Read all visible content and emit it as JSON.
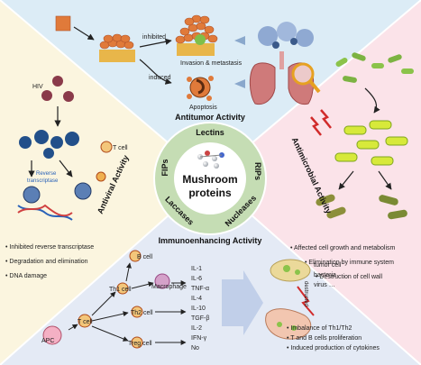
{
  "center": {
    "title_line1": "Mushroom",
    "title_line2": "proteins",
    "protein_classes": [
      "Lectins",
      "RIPs",
      "Nucleases",
      "Laccases",
      "FIPs"
    ]
  },
  "sections": {
    "antitumor": "Antitumor Activity",
    "antimicrobial": "Antimicrobial Activity",
    "antiviral": "Antiviral Activity",
    "immunoenhancing": "Immunoenhancing Activity"
  },
  "antitumor": {
    "inhibited_label": "inhibited",
    "induced_label": "induced",
    "invasion_label": "Invasion & metastasis",
    "apoptosis_label": "Apoptosis"
  },
  "antiviral": {
    "hiv_label": "HIV",
    "rt_label_line1": "Reverse",
    "rt_label_line2": "transcriptase",
    "tcell_label": "T cell",
    "bullets": [
      "Inhibited reverse transcriptase",
      "Degradation and elimination",
      "DNA damage"
    ]
  },
  "antimicrobial": {
    "bullets": [
      "Affected cell growth and metabolism",
      "Elimination by immune system",
      "Destruction of cell wall"
    ]
  },
  "immuno": {
    "cells": [
      "B cell",
      "Th1 cell",
      "Macrophage",
      "Th2 cell",
      "T cell",
      "APC",
      "Treg cell"
    ],
    "cytokines": [
      "IL-1",
      "IL-6",
      "TNF-α",
      "IL-4",
      "IL-10",
      "TGF-β",
      "IL-2",
      "IFN-γ",
      "No"
    ],
    "destructed_label": "destructed",
    "targets": [
      "tumor cell",
      "bacteria",
      "virus …"
    ],
    "bullets": [
      "Imbalance of Th1/Th2",
      "T and B cells proliferation",
      "Induced production of cytokines"
    ]
  },
  "colors": {
    "antitumor_bg": "#dcecf6",
    "antimicrobial_bg": "#fbe3e9",
    "antiviral_bg": "#fbf5df",
    "immuno_bg": "#e4eaf5",
    "center_ring": "#c5ddb4",
    "center_core": "#ffffff"
  }
}
